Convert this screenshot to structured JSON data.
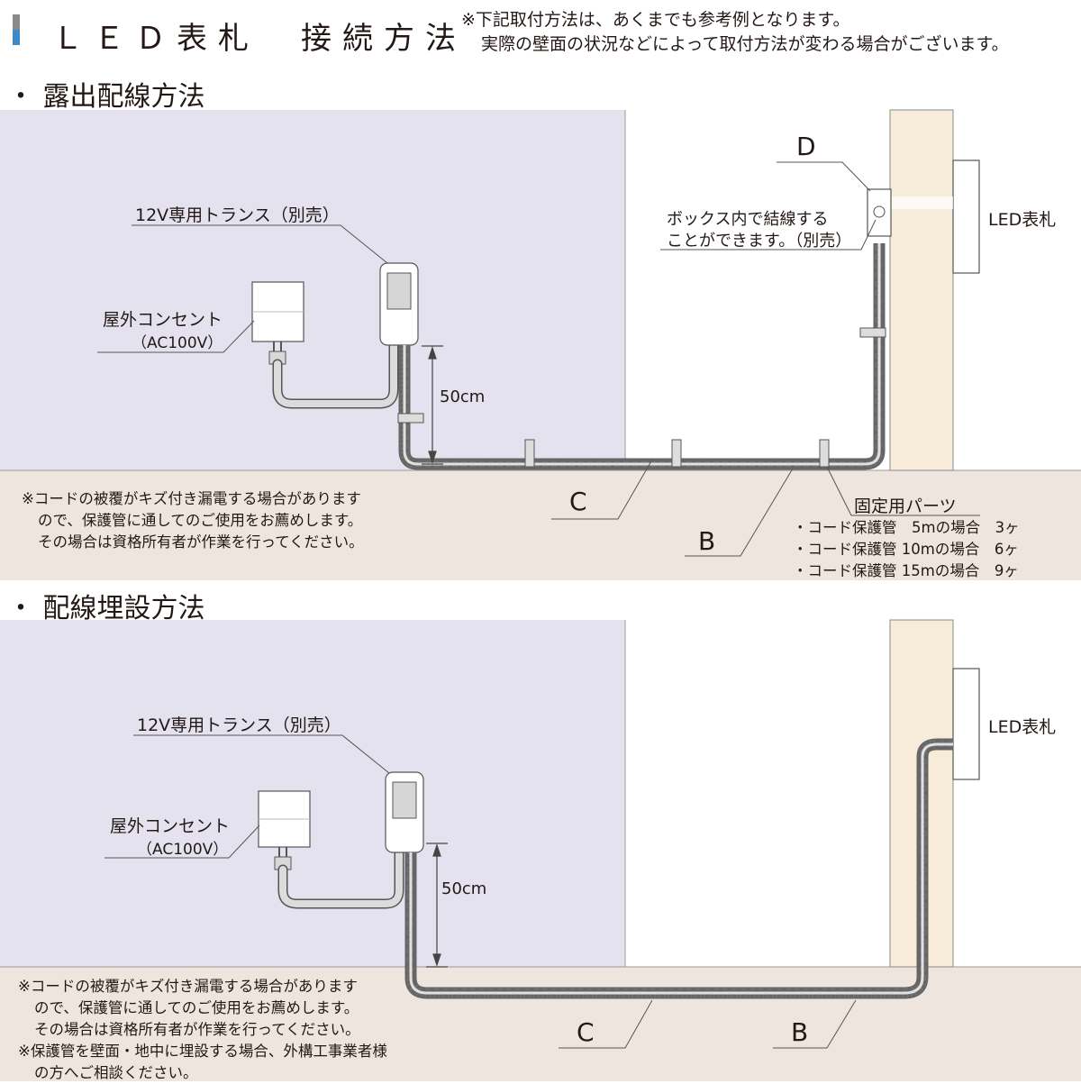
{
  "header": {
    "title": "ＬＥＤ表札　接続方法",
    "note_line1": "※下記取付方法は、あくまでも参考例となります。",
    "note_line2": "実際の壁面の状況などによって取付方法が変わる場合がございます。"
  },
  "section1": {
    "title": "・ 露出配線方法",
    "transformer_label": "12V専用トランス（別売）",
    "outlet_label": "屋外コンセント",
    "outlet_voltage": "（AC100V）",
    "dim_label": "50cm",
    "box_label": "D",
    "box_note_line1": "ボックス内で結線する",
    "box_note_line2": "ことができます。（別売）",
    "led_label": "LED表札",
    "label_c": "C",
    "label_b": "B",
    "warning_line1": "※コードの被覆がキズ付き漏電する場合があります",
    "warning_line2": "ので、保護管に通してのご使用をお薦めします。",
    "warning_line3": "その場合は資格所有者が作業を行ってください。",
    "parts_title": "固定用パーツ",
    "parts_items": [
      "・コード保護管　5mの場合　3ヶ",
      "・コード保護管 10mの場合　6ヶ",
      "・コード保護管 15mの場合　9ヶ"
    ]
  },
  "section2": {
    "title": "・ 配線埋設方法",
    "transformer_label": "12V専用トランス（別売）",
    "outlet_label": "屋外コンセント",
    "outlet_voltage": "（AC100V）",
    "dim_label": "50cm",
    "led_label": "LED表札",
    "label_c": "C",
    "label_b": "B",
    "warning_line1": "※コードの被覆がキズ付き漏電する場合があります",
    "warning_line2": "ので、保護管に通してのご使用をお薦めします。",
    "warning_line3": "その場合は資格所有者が作業を行ってください。",
    "warning_line4": "※保護管を壁面・地中に埋設する場合、外構工事業者様",
    "warning_line5": "の方へご相談ください。"
  },
  "colors": {
    "wall": "#e4e2ef",
    "ground": "#efe5df",
    "post": "#f7ecd9",
    "accent_gray": "#8a8a8a",
    "accent_blue": "#3f8ac6",
    "line": "#4a4a4a"
  }
}
